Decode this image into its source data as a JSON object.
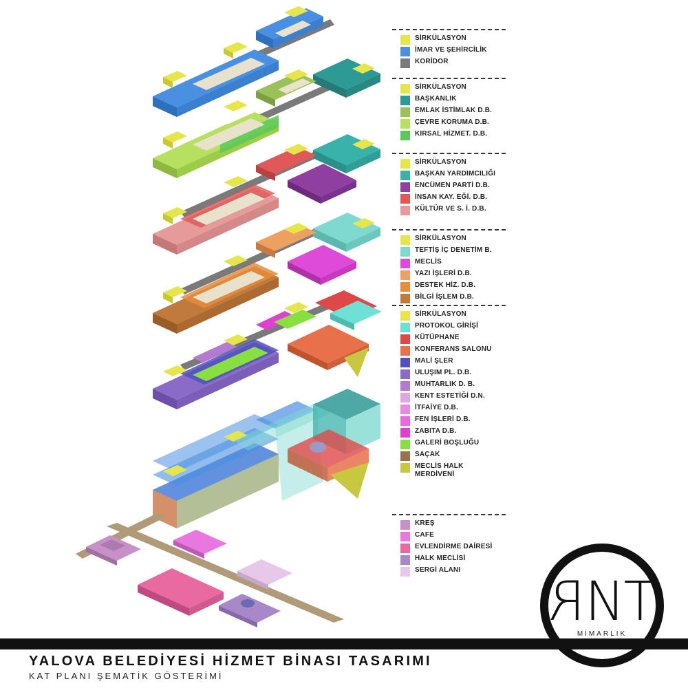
{
  "legends": [
    {
      "items": [
        {
          "label": "SİRKÜLASYON",
          "color": "#e6e64a"
        },
        {
          "label": "İMAR VE ŞEHİRCİLİK",
          "color": "#4a90e2"
        },
        {
          "label": "KORİDOR",
          "color": "#7a7a7a"
        }
      ]
    },
    {
      "items": [
        {
          "label": "SİRKÜLASYON",
          "color": "#e6e64a"
        },
        {
          "label": "BAŞKANLIK",
          "color": "#2e9a96"
        },
        {
          "label": "EMLAK  İSTİMLAK D.B.",
          "color": "#9bc25a"
        },
        {
          "label": "ÇEVRE KORUMA D.B.",
          "color": "#b8e060"
        },
        {
          "label": "KIRSAL HİZMET. D.B.",
          "color": "#5cc85a"
        }
      ]
    },
    {
      "items": [
        {
          "label": "SİRKÜLASYON",
          "color": "#e6e64a"
        },
        {
          "label": "BAŞKAN YARDIMCILIĞI",
          "color": "#3ab2ac"
        },
        {
          "label": "ENCÜMEN PARTİ D.B.",
          "color": "#8e3fa0"
        },
        {
          "label": "İNSAN KAY. EĞİ. D.B.",
          "color": "#e05858"
        },
        {
          "label": "KÜLTÜR  VE S. İ. D.B.",
          "color": "#e79a9a"
        }
      ]
    },
    {
      "items": [
        {
          "label": "SİRKÜLASYON",
          "color": "#e6e64a"
        },
        {
          "label": "TEFTİŞ İÇ DENETİM B.",
          "color": "#7fd9d0"
        },
        {
          "label": "MECLİS",
          "color": "#e04ad8"
        },
        {
          "label": "YAZI İŞLERİ D.B.",
          "color": "#eea060"
        },
        {
          "label": "DESTEK HİZ. D.B.",
          "color": "#e68c3a"
        },
        {
          "label": "BİLGİ İŞLEM D.B.",
          "color": "#c07a3c"
        }
      ]
    },
    {
      "items": [
        {
          "label": "SİRKÜLASYON",
          "color": "#e6e64a"
        },
        {
          "label": "PROTOKOL GİRİŞİ",
          "color": "#6fe0d6"
        },
        {
          "label": "KÜTÜPHANE",
          "color": "#e04848"
        },
        {
          "label": "KONFERANS SALONU",
          "color": "#e8704a"
        },
        {
          "label": "MALİ ŞLER",
          "color": "#5050c0"
        },
        {
          "label": "ULUŞIM PL.  D.B.",
          "color": "#8a6cc8"
        },
        {
          "label": "MUHTARLIK D. B.",
          "color": "#b47ad0"
        },
        {
          "label": "KENT ESTETİĞİ D.N.",
          "color": "#e0a6e0"
        },
        {
          "label": "İTFAİYE D.B.",
          "color": "#e88ae0"
        },
        {
          "label": "FEN İŞLERİ D.B.",
          "color": "#e86ae0"
        },
        {
          "label": "ZABITA D.B.",
          "color": "#e040d0"
        },
        {
          "label": "GALERİ BOŞLUĞU",
          "color": "#88e040"
        },
        {
          "label": "SAÇAK",
          "color": "#9a7050"
        },
        {
          "label": "MECLİS HALK MERDİVENİ",
          "color": "#c8c840"
        }
      ]
    },
    {
      "items": [
        {
          "label": "KREŞ",
          "color": "#c890c8"
        },
        {
          "label": "CAFE",
          "color": "#e878e0"
        },
        {
          "label": "EVLENDİRME DAİRESİ",
          "color": "#e86aa0"
        },
        {
          "label": "HALK MECLİSİ",
          "color": "#a888c8"
        },
        {
          "label": "SERGİ ALANI",
          "color": "#e8c8e8"
        }
      ]
    }
  ],
  "title": "YALOVA BELEDİYESİ HİZMET BİNASI TASARIMI",
  "subtitle": "KAT PLANI ŞEMATİK GÖSTERİMİ",
  "logo": {
    "letters_left": "R",
    "letters_right": "NT",
    "text": "MİMARLIK"
  }
}
